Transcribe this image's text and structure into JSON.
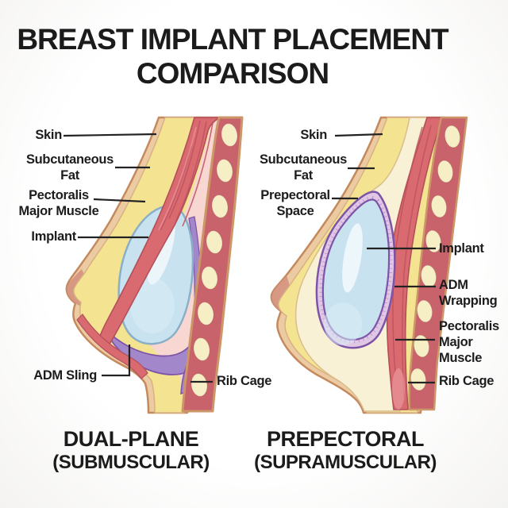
{
  "title": {
    "line1": "BREAST IMPLANT PLACEMENT",
    "line2": "COMPARISON"
  },
  "diagrams": {
    "dual_plane": {
      "caption_line1": "DUAL-PLANE",
      "caption_line2": "(SUBMUSCULAR)",
      "labels": {
        "skin": "Skin",
        "subcutaneous_fat": "Subcutaneous Fat",
        "pectoralis_major_muscle": "Pectoralis Major Muscle",
        "implant": "Implant",
        "adm_sling": "ADM Sling",
        "rib_cage": "Rib Cage"
      }
    },
    "prepectoral": {
      "caption_line1": "PREPECTORAL",
      "caption_line2": "(SUPRAMUSCULAR)",
      "labels": {
        "skin": "Skin",
        "subcutaneous_fat": "Subcutaneous Fat",
        "prepectoral_space": "Prepectoral Space",
        "implant": "Implant",
        "adm_wrapping": "ADM Wrapping",
        "pectoralis_major_muscle": "Pectoralis Major Muscle",
        "rib_cage": "Rib Cage"
      }
    }
  },
  "colors": {
    "background": "#FCFCFC",
    "text": "#1C1C1C",
    "skin": "#ECCAA2",
    "skin_outline": "#C48A5E",
    "nipple": "#D4917F",
    "subcutaneous_fat": "#F4E492",
    "muscle_red": "#D96A70",
    "muscle_dark": "#B44F5A",
    "submuscular_pocket_pink": "#F8D7D2",
    "prepectoral_cream": "#F8F1D5",
    "implant_blue": "#C9E2EF",
    "implant_border": "#8AB0C8",
    "adm_purple": "#A387CB",
    "adm_purple_dark": "#7D54A8",
    "adm_lavender": "#E0C8E5",
    "rib_red": "#C8636B",
    "rib_cream": "#F6EFC5",
    "rib_outline": "#CC9668"
  }
}
